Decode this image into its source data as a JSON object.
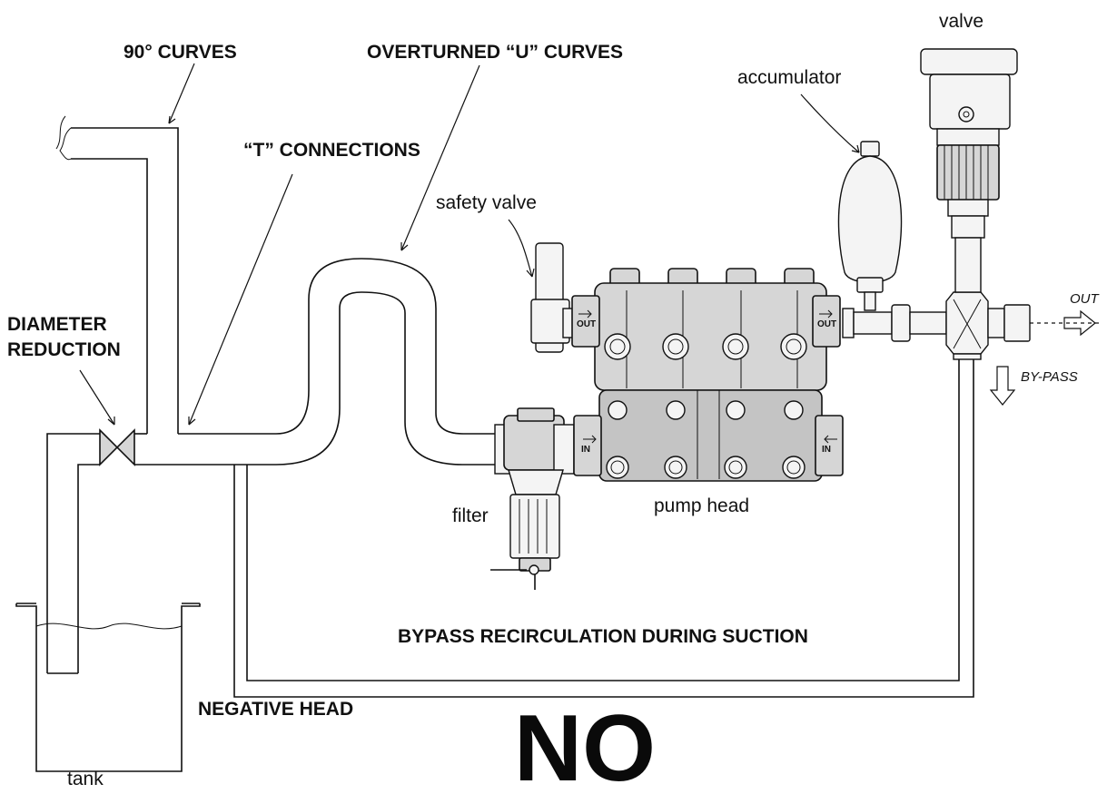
{
  "labels": {
    "curves_90": "90° CURVES",
    "overturned_u": "OVERTURNED “U” CURVES",
    "t_connections": "“T” CONNECTIONS",
    "diameter_reduction_line1": "DIAMETER",
    "diameter_reduction_line2": "REDUCTION",
    "safety_valve": "safety valve",
    "accumulator": "accumulator",
    "valve": "valve",
    "out": "OUT",
    "by_pass": "BY-PASS",
    "filter": "filter",
    "pump_head": "pump head",
    "bypass_recirculation": "BYPASS RECIRCULATION DURING SUCTION",
    "negative_head": "NEGATIVE HEAD",
    "tank": "tank",
    "verdict": "NO"
  },
  "ports": {
    "out_left": "OUT",
    "out_right": "OUT",
    "in_left": "IN",
    "in_right": "IN"
  }
}
